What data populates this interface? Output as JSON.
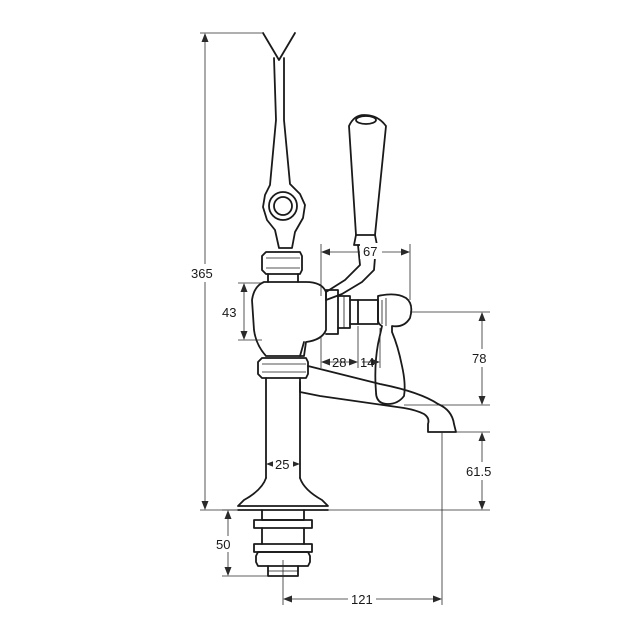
{
  "dimensions": {
    "overall_height": "365",
    "lever_reach": "67",
    "body_height": "43",
    "body_offset": "28",
    "valve_width": "14",
    "lever_height": "78",
    "stem_diameter": "25",
    "spout_clearance": "61.5",
    "tail_height": "50",
    "spout_reach": "121"
  },
  "colors": {
    "line": "#1a1a1a",
    "background": "#ffffff"
  }
}
